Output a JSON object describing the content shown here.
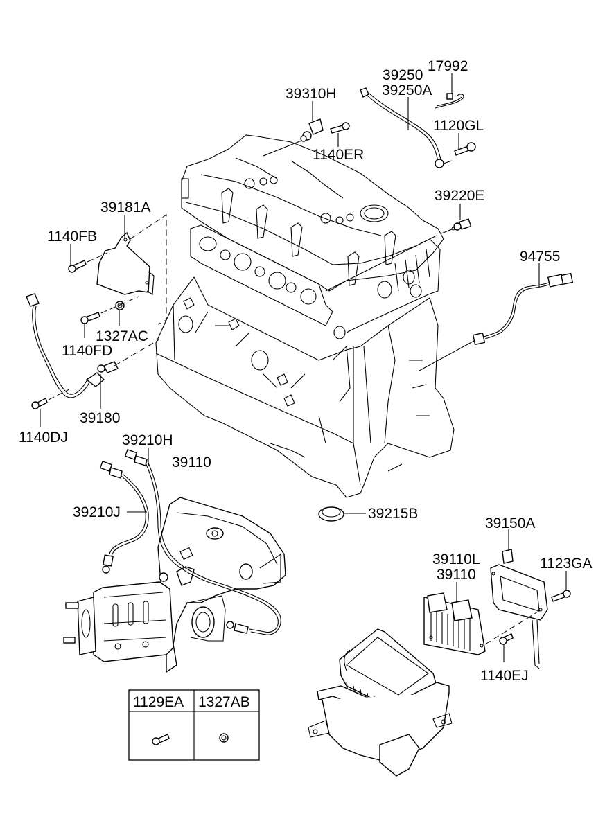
{
  "diagram": {
    "type": "exploded parts diagram",
    "subject": "engine block with sensors, exhaust manifold, ECU and air cleaner",
    "parts": [
      {
        "id": "p-17992",
        "label": "17992",
        "depicts": "hose clamp / small hose"
      },
      {
        "id": "p-39250",
        "label": "39250",
        "depicts": "oxygen sensor cable"
      },
      {
        "id": "p-39250A",
        "label": "39250A",
        "depicts": "oxygen sensor cable"
      },
      {
        "id": "p-39310H",
        "label": "39310H",
        "depicts": "camshaft position sensor"
      },
      {
        "id": "p-1140ER",
        "label": "1140ER",
        "depicts": "bolt"
      },
      {
        "id": "p-1120GL",
        "label": "1120GL",
        "depicts": "bolt"
      },
      {
        "id": "p-39220E",
        "label": "39220E",
        "depicts": "temperature sensor"
      },
      {
        "id": "p-39181A",
        "label": "39181A",
        "depicts": "sensor cover bracket"
      },
      {
        "id": "p-1140FB",
        "label": "1140FB",
        "depicts": "bolt"
      },
      {
        "id": "p-1327AC",
        "label": "1327AC",
        "depicts": "nut"
      },
      {
        "id": "p-1140FD",
        "label": "1140FD",
        "depicts": "bolt"
      },
      {
        "id": "p-94755",
        "label": "94755",
        "depicts": "sensor wiring harness"
      },
      {
        "id": "p-39180",
        "label": "39180",
        "depicts": "crankshaft position sensor"
      },
      {
        "id": "p-1140DJ",
        "label": "1140DJ",
        "depicts": "bolt"
      },
      {
        "id": "p-39210H",
        "label": "39210H",
        "depicts": "oxygen sensor"
      },
      {
        "id": "p-39110-top",
        "label": "39110",
        "depicts": "engine control module"
      },
      {
        "id": "p-39210J",
        "label": "39210J",
        "depicts": "oxygen sensor"
      },
      {
        "id": "p-39215B",
        "label": "39215B",
        "depicts": "plug"
      },
      {
        "id": "p-39150A",
        "label": "39150A",
        "depicts": "ECU bracket"
      },
      {
        "id": "p-39110L",
        "label": "39110L",
        "depicts": "engine control module"
      },
      {
        "id": "p-39110-ecu",
        "label": "39110",
        "depicts": "engine control module"
      },
      {
        "id": "p-1123GA",
        "label": "1123GA",
        "depicts": "bolt"
      },
      {
        "id": "p-1140EJ",
        "label": "1140EJ",
        "depicts": "bolt"
      }
    ],
    "fastener_table": {
      "columns": [
        {
          "label": "1129EA",
          "icon": "bolt-icon"
        },
        {
          "label": "1327AB",
          "icon": "nut-icon"
        }
      ]
    }
  }
}
